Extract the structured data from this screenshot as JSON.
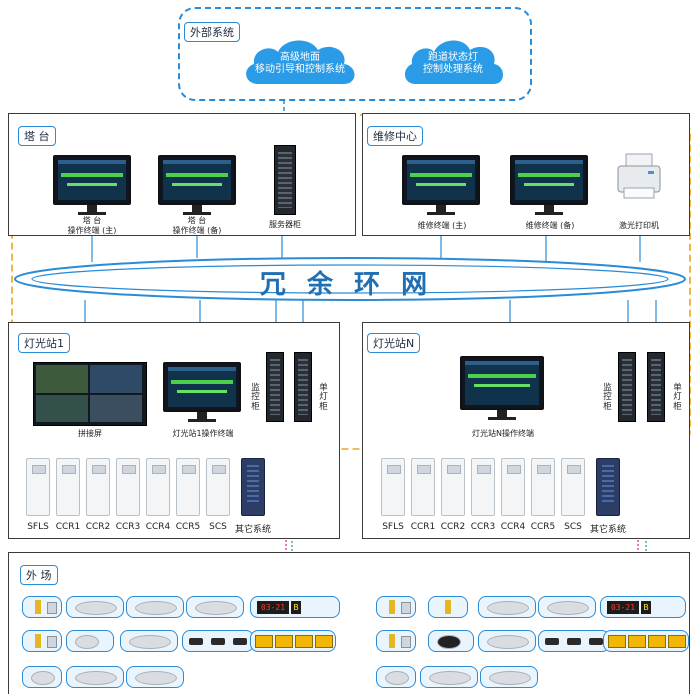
{
  "colors": {
    "accent": "#2a8bd6",
    "ring_text": "#1f6fb3",
    "dashed_orange": "#f0a418",
    "pink_line": "#e0309a",
    "green_line": "#2fb04a"
  },
  "external": {
    "title": "外部系统",
    "cloud1": [
      "高级地面",
      "移动引导和控制系统"
    ],
    "cloud2": [
      "跑道状态灯",
      "控制处理系统"
    ]
  },
  "tower": {
    "title": "塔 台",
    "terminal_main": [
      "塔 台",
      "操作终端 (主)"
    ],
    "terminal_backup": [
      "塔 台",
      "操作终端 (备)"
    ],
    "server": "服务器柜"
  },
  "maintenance": {
    "title": "维修中心",
    "terminal_main": "维修终端 (主)",
    "terminal_backup": "维修终端 (备)",
    "printer": "激光打印机"
  },
  "ring": {
    "label": "冗 余 环 网"
  },
  "station1": {
    "title": "灯光站1",
    "video_wall": "拼接屏",
    "terminal": "灯光站1操作终端",
    "monitor_cab": "监控柜",
    "single_cab": "单灯柜",
    "units": [
      "SFLS",
      "CCR1",
      "CCR2",
      "CCR3",
      "CCR4",
      "CCR5",
      "SCS",
      "其它系统"
    ]
  },
  "stationN": {
    "title": "灯光站N",
    "terminal": "灯光站N操作终端",
    "monitor_cab": "监控柜",
    "single_cab": "单灯柜",
    "units": [
      "SFLS",
      "CCR1",
      "CCR2",
      "CCR3",
      "CCR4",
      "CCR5",
      "SCS",
      "其它系统"
    ]
  },
  "field": {
    "title": "外 场",
    "led_digits": "03-21",
    "led_letter": "B"
  },
  "icons": [
    "cloud-icon",
    "monitor-icon",
    "server-cabinet-icon",
    "printer-icon",
    "airfield-light-icon",
    "sign-icon",
    "cable-icon"
  ]
}
